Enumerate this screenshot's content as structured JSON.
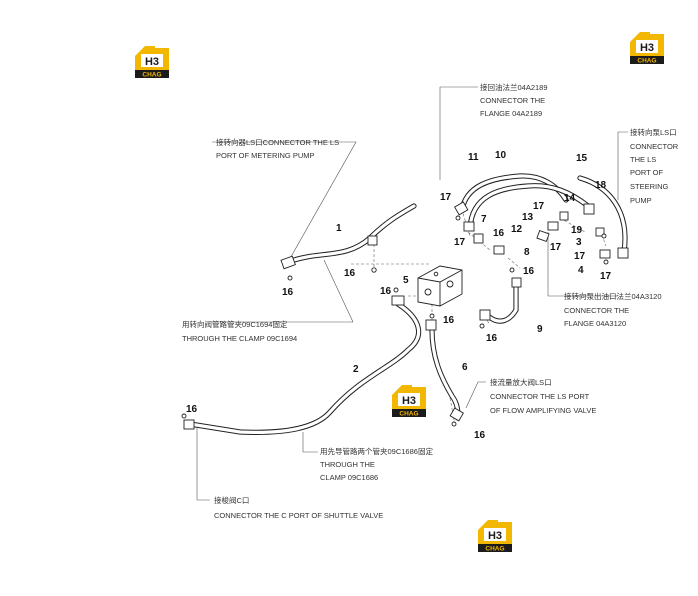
{
  "brand": {
    "logo_text": "H3",
    "logo_subtext": "CHAG",
    "colors": {
      "yellow": "#f2b700",
      "dark": "#1b1b1b",
      "line": "#333333"
    }
  },
  "callouts": {
    "ls_metering": {
      "l1": "接转向器LS口CONNECTOR THE LS",
      "l2": "PORT OF METERING PUMP"
    },
    "clamp_09C1694": {
      "l1": "用转向阀管路管夹09C1694固定",
      "l2": "THROUGH THE CLAMP 09C1694"
    },
    "flange_04A2189": {
      "l1": "接回油法兰04A2189",
      "l2": "CONNECTOR THE",
      "l3": "FLANGE 04A2189"
    },
    "ls_steering": {
      "l1": "接转向泵LS口",
      "l2": "CONNECTOR",
      "l3": "THE LS",
      "l4": "PORT OF",
      "l5": "STEERING",
      "l6": "PUMP"
    },
    "flange_04A3120": {
      "l1": "接转向泵出油口法兰04A3120",
      "l2": "CONNECTOR THE",
      "l3": "FLANGE 04A3120"
    },
    "flow_amp": {
      "l1": "接流量放大阀LS口",
      "l2": "CONNECTOR THE LS PORT",
      "l3": "OF FLOW AMPLIFYING VALVE"
    },
    "clamp_09C1686": {
      "l1": "用先导管路两个管夹09C1686固定",
      "l2": "THROUGH THE",
      "l3": "CLAMP 09C1686"
    },
    "shuttle": {
      "l1": "接梭阀C口",
      "l2": "CONNECTOR THE C PORT OF SHUTTLE VALVE"
    }
  },
  "parts": {
    "p1": "1",
    "p2": "2",
    "p3": "3",
    "p4": "4",
    "p5": "5",
    "p6": "6",
    "p7": "7",
    "p8": "8",
    "p9": "9",
    "p10": "10",
    "p11": "11",
    "p12": "12",
    "p13": "13",
    "p14": "14",
    "p15": "15",
    "p16a": "16",
    "p16b": "16",
    "p16c": "16",
    "p16d": "16",
    "p16e": "16",
    "p16f": "16",
    "p16g": "16",
    "p16h": "16",
    "p16i": "16",
    "p17a": "17",
    "p17b": "17",
    "p17c": "17",
    "p17d": "17",
    "p17e": "17",
    "p17f": "17",
    "p18": "18",
    "p19": "19"
  }
}
